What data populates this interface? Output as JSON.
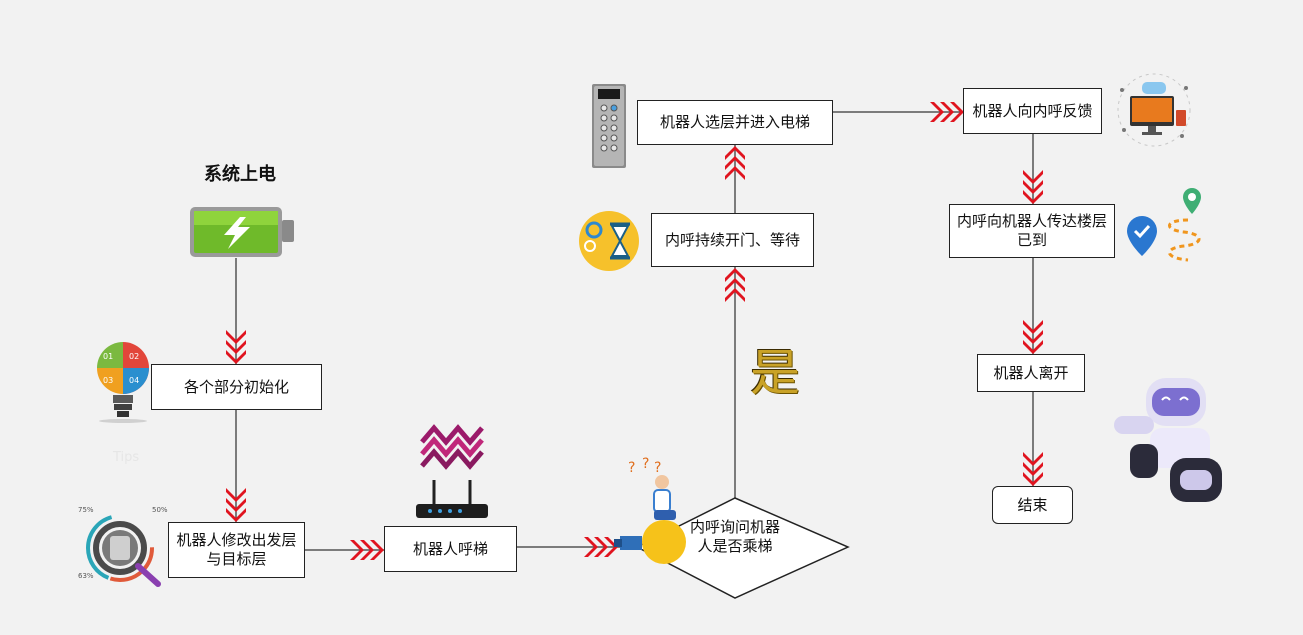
{
  "colors": {
    "arrow": "#e0141f",
    "line": "#555555",
    "accent_yes": "#c9a227"
  },
  "title": "系统上电",
  "yes_label": "是",
  "tips_label": "Tips",
  "nodes": {
    "init": "各个部分初始化",
    "modify_floor": "机器人修改出发层与目标层",
    "call_elevator": "机器人呼梯",
    "ask_ride": "内呼询问机器人是否乘梯",
    "hold_door": "内呼持续开门、等待",
    "select_floor": "机器人选层并进入电梯",
    "feedback": "机器人向内呼反馈",
    "notify_arrived": "内呼向机器人传达楼层已到",
    "robot_leave": "机器人离开",
    "end": "结束"
  },
  "icons": {
    "battery": "battery-charging-icon",
    "bulb": "puzzle-bulb-icon",
    "gauge": "analysis-magnifier-icon",
    "router": "wifi-router-icon",
    "thinker": "thinking-person-bulb-icon",
    "timer": "gear-hourglass-icon",
    "keypad": "elevator-keypad-icon",
    "devices": "devices-feedback-icon",
    "route": "route-pin-icon",
    "robot": "robot-icon"
  },
  "infographic_labels": {
    "p1": "75%",
    "p2": "50%",
    "p3": "63%",
    "q1": "01",
    "q2": "02",
    "q3": "03",
    "q4": "04"
  }
}
